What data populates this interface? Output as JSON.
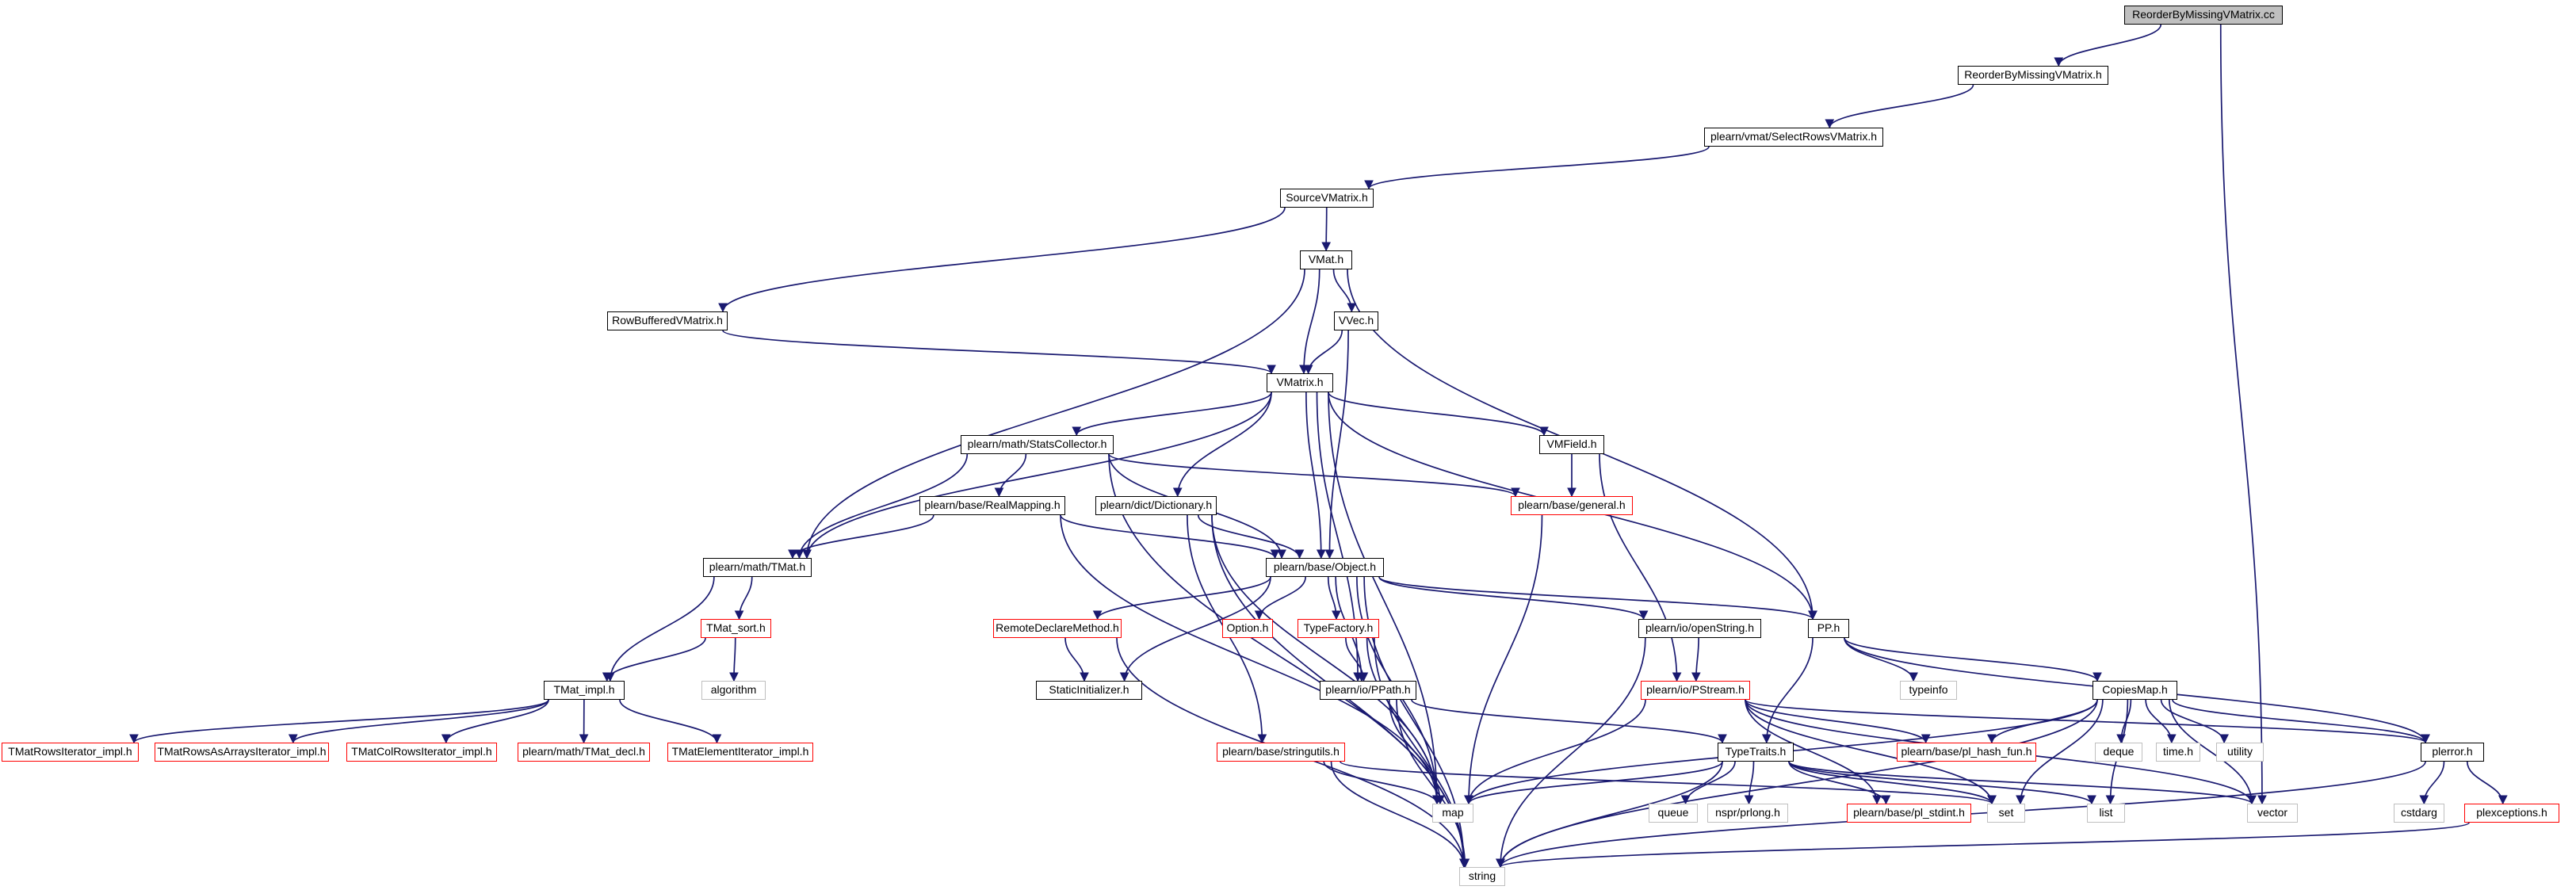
{
  "colors": {
    "edge": "#191970",
    "link_border": "#000000",
    "external_border": "#ff0000",
    "system_border": "#bfbfbf",
    "root_fill": "#bfbfbf"
  },
  "nodes": {
    "reorder_cc": "ReorderByMissingVMatrix.cc",
    "reorder_h": "ReorderByMissingVMatrix.h",
    "selectrows": "plearn/vmat/SelectRowsVMatrix.h",
    "sourcevmatrix": "SourceVMatrix.h",
    "vmat": "VMat.h",
    "rowbuffered": "RowBufferedVMatrix.h",
    "vvec": "VVec.h",
    "vmatrix": "VMatrix.h",
    "statscollector": "plearn/math/StatsCollector.h",
    "vmfield": "VMField.h",
    "realmapping": "plearn/base/RealMapping.h",
    "dictionary": "plearn/dict/Dictionary.h",
    "general": "plearn/base/general.h",
    "tmat": "plearn/math/TMat.h",
    "object": "plearn/base/Object.h",
    "tmat_sort": "TMat_sort.h",
    "remotedeclare": "RemoteDeclareMethod.h",
    "option": "Option.h",
    "typefactory": "TypeFactory.h",
    "openstring": "plearn/io/openString.h",
    "pp": "PP.h",
    "algorithm": "algorithm",
    "tmat_impl": "TMat_impl.h",
    "staticinit": "StaticInitializer.h",
    "ppath": "plearn/io/PPath.h",
    "pstream": "plearn/io/PStream.h",
    "typeinfo": "typeinfo",
    "copiesmap": "CopiesMap.h",
    "rowsiter": "TMatRowsIterator_impl.h",
    "rowsasarrays": "TMatRowsAsArraysIterator_impl.h",
    "coliter": "TMatColRowsIterator_impl.h",
    "tmat_decl": "plearn/math/TMat_decl.h",
    "elemiter": "TMatElementIterator_impl.h",
    "stringutils": "plearn/base/stringutils.h",
    "typetraits": "TypeTraits.h",
    "pl_hash_fun": "plearn/base/pl_hash_fun.h",
    "deque": "deque",
    "time": "time.h",
    "utility": "utility",
    "plerror": "plerror.h",
    "map": "map",
    "queue": "queue",
    "nspr": "nspr/prlong.h",
    "pl_stdint": "plearn/base/pl_stdint.h",
    "set": "set",
    "list": "list",
    "vector": "vector",
    "cstdarg": "cstdarg",
    "plexceptions": "plexceptions.h",
    "string": "string"
  }
}
